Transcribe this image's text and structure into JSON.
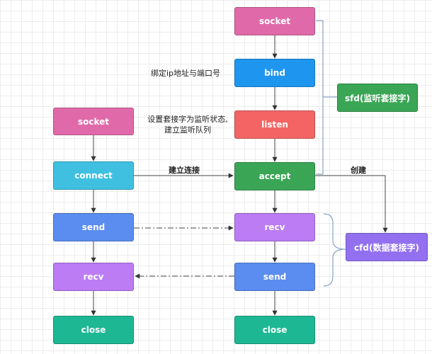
{
  "nodes": {
    "server_socket": {
      "label": "socket",
      "color": "#e06aa9"
    },
    "bind": {
      "label": "bind",
      "color": "#1e96f0"
    },
    "listen": {
      "label": "listen",
      "color": "#f46464"
    },
    "accept": {
      "label": "accept",
      "color": "#3aa655"
    },
    "server_recv": {
      "label": "recv",
      "color": "#bb7cf4"
    },
    "server_send": {
      "label": "send",
      "color": "#5b8df0"
    },
    "server_close": {
      "label": "close",
      "color": "#1db893"
    },
    "client_socket": {
      "label": "socket",
      "color": "#e06aa9"
    },
    "connect": {
      "label": "connect",
      "color": "#3fc0e0"
    },
    "client_send": {
      "label": "send",
      "color": "#5b8df0"
    },
    "client_recv": {
      "label": "recv",
      "color": "#bb7cf4"
    },
    "client_close": {
      "label": "close",
      "color": "#1db893"
    },
    "sfd": {
      "label": "sfd(监听套接字)",
      "color": "#3aa655"
    },
    "cfd": {
      "label": "cfd(数据套接字)",
      "color": "#9270f0"
    }
  },
  "annotations": {
    "bind_note": "绑定ip地址与端口号",
    "listen_note_line1": "设置套接字为监听状态,",
    "listen_note_line2": "建立监听队列",
    "connect_label": "建立连接",
    "create_label": "创建"
  }
}
